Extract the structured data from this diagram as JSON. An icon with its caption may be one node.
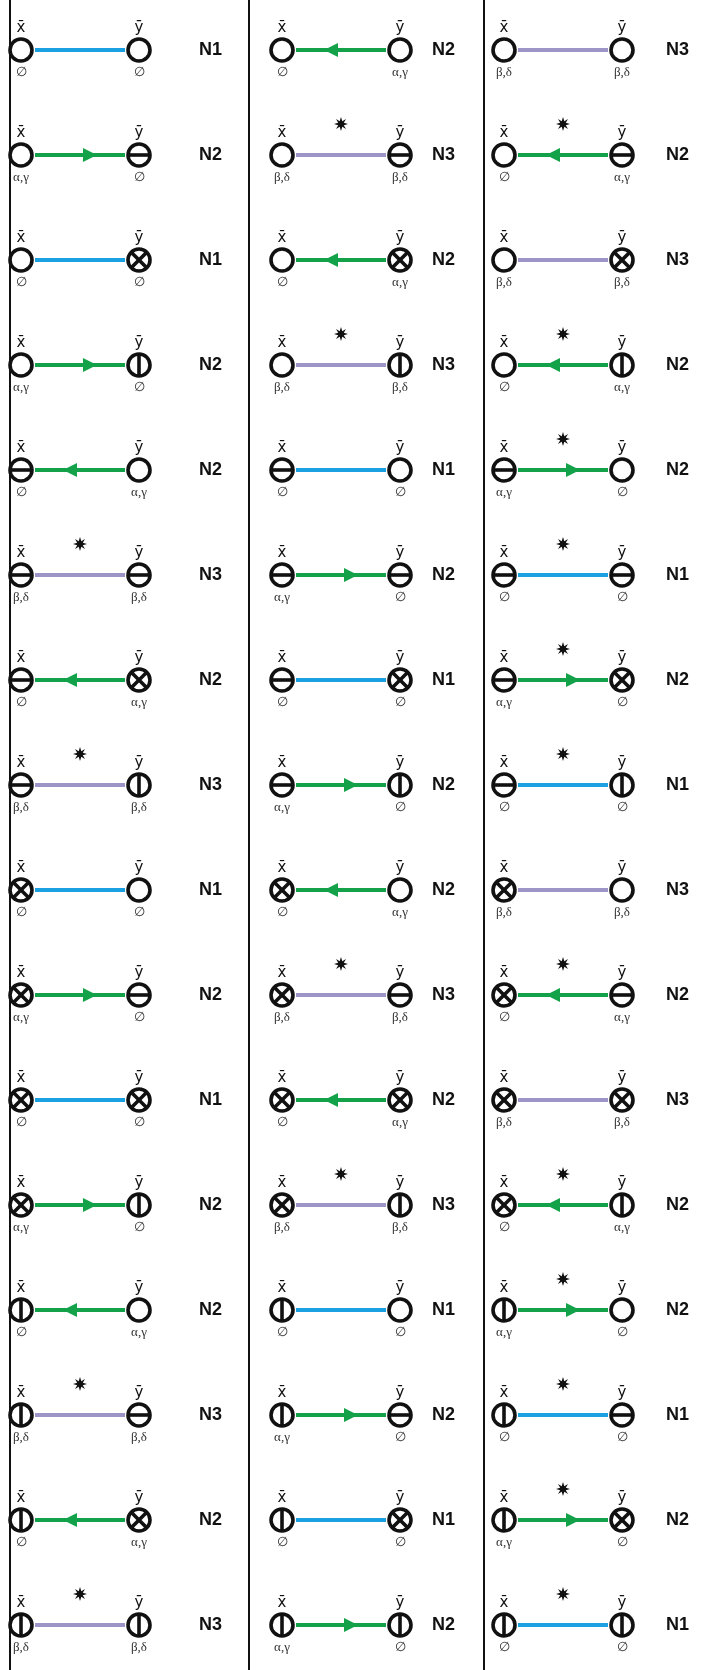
{
  "diagram": {
    "nodes": [
      {
        "text": [
          "x̄"
        ],
        "beside": [
          "∅"
        ]
      },
      {
        "text": [
          "ȳ"
        ],
        "beside": [
          "∅"
        ]
      },
      {
        "text": [
          "x̄"
        ],
        "beside": [
          "α,γ"
        ]
      },
      {
        "text": [
          "ȳ"
        ],
        "beside": [
          "∅"
        ]
      },
      {
        "text": [
          "x̄"
        ],
        "beside": [
          "∅"
        ]
      },
      {
        "text": [
          "ȳ"
        ],
        "beside": [
          "∅"
        ]
      },
      {
        "text": [
          "x̄"
        ],
        "beside": [
          "α,γ"
        ]
      },
      {
        "text": [
          "ȳ"
        ],
        "beside": [
          "∅"
        ]
      },
      {
        "text": [
          "x̄"
        ],
        "beside": [
          "∅"
        ]
      },
      {
        "text": [
          "ȳ"
        ],
        "beside": [
          "α,γ"
        ]
      },
      {
        "text": [
          "x̄"
        ],
        "beside": [
          "β,δ"
        ]
      },
      {
        "text": [
          "ȳ"
        ],
        "beside": [
          "β,δ"
        ]
      },
      {
        "text": [
          "x̄"
        ],
        "beside": [
          "∅"
        ]
      },
      {
        "text": [
          "ȳ"
        ],
        "beside": [
          "α,γ"
        ]
      },
      {
        "text": [
          "x̄"
        ],
        "beside": [
          "β,δ"
        ]
      },
      {
        "text": [
          "ȳ"
        ],
        "beside": [
          "β,δ"
        ]
      },
      {
        "text": [
          "x̄"
        ],
        "beside": [
          "∅"
        ]
      },
      {
        "text": [
          "ȳ"
        ],
        "beside": [
          "∅"
        ]
      },
      {
        "text": [
          "x̄"
        ],
        "beside": [
          "α,γ"
        ]
      },
      {
        "text": [
          "ȳ"
        ],
        "beside": [
          "∅"
        ]
      },
      {
        "text": [
          "x̄"
        ],
        "beside": [
          "∅"
        ]
      },
      {
        "text": [
          "ȳ"
        ],
        "beside": [
          "∅"
        ]
      },
      {
        "text": [
          "x̄"
        ],
        "beside": [
          "α,γ"
        ]
      },
      {
        "text": [
          "ȳ"
        ],
        "beside": [
          "∅"
        ]
      },
      {
        "text": [
          "x̄"
        ],
        "beside": [
          "∅"
        ]
      },
      {
        "text": [
          "ȳ"
        ],
        "beside": [
          "α,γ"
        ]
      },
      {
        "text": [
          "x̄"
        ],
        "beside": [
          "β,δ"
        ]
      },
      {
        "text": [
          "ȳ"
        ],
        "beside": [
          "β,δ"
        ]
      },
      {
        "text": [
          "x̄"
        ],
        "beside": [
          "∅"
        ]
      },
      {
        "text": [
          "ȳ"
        ],
        "beside": [
          "α,γ"
        ]
      },
      {
        "text": [
          "x̄"
        ],
        "beside": [
          "β,δ"
        ]
      },
      {
        "text": [
          "ȳ"
        ],
        "beside": [
          "β,δ"
        ]
      },
      {
        "text": [
          "x̄"
        ],
        "beside": [
          "∅"
        ]
      },
      {
        "text": [
          "ȳ"
        ],
        "beside": [
          "α,γ"
        ]
      },
      {
        "text": [
          "x̄"
        ],
        "beside": [
          "β,δ"
        ]
      },
      {
        "text": [
          "ȳ"
        ],
        "beside": [
          "β,δ"
        ]
      },
      {
        "text": [
          "x̄"
        ],
        "beside": [
          "∅"
        ]
      },
      {
        "text": [
          "ȳ"
        ],
        "beside": [
          "α,γ"
        ]
      },
      {
        "text": [
          "x̄"
        ],
        "beside": [
          "β,δ"
        ]
      },
      {
        "text": [
          "ȳ"
        ],
        "beside": [
          "β,δ"
        ]
      },
      {
        "text": [
          "x̄"
        ],
        "beside": [
          "∅"
        ]
      },
      {
        "text": [
          "ȳ"
        ],
        "beside": [
          "∅"
        ]
      },
      {
        "text": [
          "x̄"
        ],
        "beside": [
          "α,γ"
        ]
      },
      {
        "text": [
          "ȳ"
        ],
        "beside": [
          "∅"
        ]
      },
      {
        "text": [
          "x̄"
        ],
        "beside": [
          "∅"
        ]
      },
      {
        "text": [
          "ȳ"
        ],
        "beside": [
          "∅"
        ]
      },
      {
        "text": [
          "x̄"
        ],
        "beside": [
          "α,γ"
        ]
      },
      {
        "text": [
          "ȳ"
        ],
        "beside": [
          "∅"
        ]
      },
      {
        "text": [
          "x̄"
        ],
        "beside": [
          "∅"
        ]
      },
      {
        "text": [
          "ȳ"
        ],
        "beside": [
          "α,γ"
        ]
      },
      {
        "text": [
          "x̄"
        ],
        "beside": [
          "β,δ"
        ]
      },
      {
        "text": [
          "ȳ"
        ],
        "beside": [
          "β,δ"
        ]
      },
      {
        "text": [
          "x̄"
        ],
        "beside": [
          "∅"
        ]
      },
      {
        "text": [
          "ȳ"
        ],
        "beside": [
          "α,γ"
        ]
      },
      {
        "text": [
          "x̄"
        ],
        "beside": [
          "β,δ"
        ]
      },
      {
        "text": [
          "ȳ"
        ],
        "beside": [
          "β,δ"
        ]
      },
      {
        "text": [
          "x̄"
        ],
        "beside": [
          "∅"
        ]
      },
      {
        "text": [
          "ȳ"
        ],
        "beside": [
          "∅"
        ]
      },
      {
        "text": [
          "x̄"
        ],
        "beside": [
          "α,γ"
        ]
      },
      {
        "text": [
          "ȳ"
        ],
        "beside": [
          "∅"
        ]
      },
      {
        "text": [
          "x̄"
        ],
        "beside": [
          "∅"
        ]
      },
      {
        "text": [
          "ȳ"
        ],
        "beside": [
          "∅"
        ]
      },
      {
        "text": [
          "x̄"
        ],
        "beside": [
          "α,γ"
        ]
      },
      {
        "text": [
          "ȳ"
        ],
        "beside": [
          "∅"
        ]
      },
      {
        "text": [
          "x̄"
        ],
        "beside": [
          "β,δ"
        ]
      },
      {
        "text": [
          "ȳ"
        ],
        "beside": [
          "β,δ"
        ]
      },
      {
        "text": [
          "x̄"
        ],
        "beside": [
          "∅"
        ]
      },
      {
        "text": [
          "ȳ"
        ],
        "beside": [
          "α,γ"
        ]
      },
      {
        "text": [
          "x̄"
        ],
        "beside": [
          "β,δ"
        ]
      },
      {
        "text": [
          "ȳ"
        ],
        "beside": [
          "β,δ"
        ]
      },
      {
        "text": [
          "x̄"
        ],
        "beside": [
          "∅"
        ]
      },
      {
        "text": [
          "ȳ"
        ],
        "beside": [
          "α,γ"
        ]
      },
      {
        "text": [
          "x̄"
        ],
        "beside": [
          "α,γ"
        ]
      },
      {
        "text": [
          "ȳ"
        ],
        "beside": [
          "∅"
        ]
      },
      {
        "text": [
          "x̄"
        ],
        "beside": [
          "∅"
        ]
      },
      {
        "text": [
          "ȳ"
        ],
        "beside": [
          "∅"
        ]
      },
      {
        "text": [
          "x̄"
        ],
        "beside": [
          "α,γ"
        ]
      },
      {
        "text": [
          "ȳ"
        ],
        "beside": [
          "∅"
        ]
      },
      {
        "text": [
          "x̄"
        ],
        "beside": [
          "∅"
        ]
      },
      {
        "text": [
          "ȳ"
        ],
        "beside": [
          "∅"
        ]
      },
      {
        "text": [
          "x̄"
        ],
        "beside": [
          "β,δ"
        ]
      },
      {
        "text": [
          "ȳ"
        ],
        "beside": [
          "β,δ"
        ]
      },
      {
        "text": [
          "x̄"
        ],
        "beside": [
          "∅"
        ]
      },
      {
        "text": [
          "ȳ"
        ],
        "beside": [
          "α,γ"
        ]
      },
      {
        "text": [
          "x̄"
        ],
        "beside": [
          "β,δ"
        ]
      },
      {
        "text": [
          "ȳ"
        ],
        "beside": [
          "β,δ"
        ]
      },
      {
        "text": [
          "x̄"
        ],
        "beside": [
          "∅"
        ]
      },
      {
        "text": [
          "ȳ"
        ],
        "beside": [
          "α,γ"
        ]
      },
      {
        "text": [
          "x̄"
        ],
        "beside": [
          "α,γ"
        ]
      },
      {
        "text": [
          "ȳ"
        ],
        "beside": [
          "∅"
        ]
      },
      {
        "text": [
          "x̄"
        ],
        "beside": [
          "∅"
        ]
      },
      {
        "text": [
          "ȳ"
        ],
        "beside": [
          "∅"
        ]
      },
      {
        "text": [
          "x̄"
        ],
        "beside": [
          "α,γ"
        ]
      },
      {
        "text": [
          "ȳ"
        ],
        "beside": [
          "∅"
        ]
      },
      {
        "text": [
          "x̄"
        ],
        "beside": [
          "∅"
        ]
      },
      {
        "text": [
          "ȳ"
        ],
        "beside": [
          "∅"
        ]
      }
    ],
    "edges": [
      {
        "from": 0,
        "to": 1,
        "arrow": "none",
        "color": "#1ba1e2"
      },
      {
        "from": 2,
        "to": 3,
        "arrow": "to"
      },
      {
        "from": 4,
        "to": 5,
        "arrow": "none",
        "color": "#1ba1e2"
      },
      {
        "from": 6,
        "to": 7,
        "arrow": "to"
      },
      {
        "from": 9,
        "to": 8,
        "arrow": "to"
      },
      {
        "from": 10,
        "to": 11,
        "arrow": "none",
        "color": "#9d94c8"
      },
      {
        "from": 13,
        "to": 12,
        "arrow": "to"
      },
      {
        "from": 14,
        "to": 15,
        "arrow": "none",
        "color": "#9d94c8"
      },
      {
        "from": 16,
        "to": 17,
        "arrow": "none",
        "color": "#1ba1e2"
      },
      {
        "from": 18,
        "to": 19,
        "arrow": "to"
      },
      {
        "from": 20,
        "to": 21,
        "arrow": "none",
        "color": "#1ba1e2"
      },
      {
        "from": 22,
        "to": 23,
        "arrow": "to"
      },
      {
        "from": 25,
        "to": 24,
        "arrow": "to"
      },
      {
        "from": 26,
        "to": 27,
        "arrow": "none",
        "color": "#9d94c8"
      },
      {
        "from": 29,
        "to": 28,
        "arrow": "to"
      },
      {
        "from": 30,
        "to": 31,
        "arrow": "none",
        "color": "#9d94c8"
      },
      {
        "from": 33,
        "to": 32,
        "arrow": "to"
      },
      {
        "from": 34,
        "to": 35,
        "arrow": "none",
        "color": "#9d94c8"
      },
      {
        "from": 37,
        "to": 36,
        "arrow": "to"
      },
      {
        "from": 38,
        "to": 39,
        "arrow": "none",
        "color": "#9d94c8"
      },
      {
        "from": 40,
        "to": 41,
        "arrow": "none",
        "color": "#1ba1e2"
      },
      {
        "from": 42,
        "to": 43,
        "arrow": "to"
      },
      {
        "from": 44,
        "to": 45,
        "arrow": "none",
        "color": "#1ba1e2"
      },
      {
        "from": 46,
        "to": 47,
        "arrow": "to"
      },
      {
        "from": 49,
        "to": 48,
        "arrow": "to"
      },
      {
        "from": 50,
        "to": 51,
        "arrow": "none",
        "color": "#9d94c8"
      },
      {
        "from": 53,
        "to": 52,
        "arrow": "to"
      },
      {
        "from": 54,
        "to": 55,
        "arrow": "none",
        "color": "#9d94c8"
      },
      {
        "from": 56,
        "to": 57,
        "arrow": "none",
        "color": "#1ba1e2"
      },
      {
        "from": 58,
        "to": 59,
        "arrow": "to"
      },
      {
        "from": 60,
        "to": 61,
        "arrow": "none",
        "color": "#1ba1e2"
      },
      {
        "from": 62,
        "to": 63,
        "arrow": "to"
      },
      {
        "from": 64,
        "to": 65,
        "arrow": "none",
        "color": "#9d94c8"
      },
      {
        "from": 67,
        "to": 66,
        "arrow": "to"
      },
      {
        "from": 68,
        "to": 69,
        "arrow": "none",
        "color": "#9d94c8"
      },
      {
        "from": 71,
        "to": 70,
        "arrow": "to"
      },
      {
        "from": 72,
        "to": 73,
        "arrow": "to"
      },
      {
        "from": 74,
        "to": 75,
        "arrow": "none",
        "color": "#1ba1e2"
      },
      {
        "from": 76,
        "to": 77,
        "arrow": "to"
      },
      {
        "from": 78,
        "to": 79,
        "arrow": "none",
        "color": "#1ba1e2"
      },
      {
        "from": 80,
        "to": 81,
        "arrow": "none",
        "color": "#9d94c8"
      },
      {
        "from": 83,
        "to": 82,
        "arrow": "to"
      },
      {
        "from": 84,
        "to": 85,
        "arrow": "none",
        "color": "#9d94c8"
      },
      {
        "from": 87,
        "to": 86,
        "arrow": "to"
      },
      {
        "from": 88,
        "to": 89,
        "arrow": "to"
      },
      {
        "from": 90,
        "to": 91,
        "arrow": "none",
        "color": "#1ba1e2"
      },
      {
        "from": 92,
        "to": 93,
        "arrow": "to"
      },
      {
        "from": 94,
        "to": 95,
        "arrow": "none",
        "color": "#1ba1e2"
      }
    ],
    "labels": [
      "N1",
      "N2",
      "N1",
      "N2",
      "N2",
      "N3",
      "N2",
      "N3",
      "N1",
      "N2",
      "N1",
      "N2",
      "N2",
      "N3",
      "N2",
      "N3",
      "N2",
      "N3",
      "N2",
      "N3",
      "N1",
      "N2",
      "N1",
      "N2",
      "N2",
      "N3",
      "N2",
      "N3",
      "N1",
      "N2",
      "N1",
      "N2",
      "N3",
      "N2",
      "N3",
      "N2",
      "N2",
      "N1",
      "N2",
      "N1",
      "N3",
      "N2",
      "N3",
      "N2",
      "N2",
      "N1",
      "N2",
      "N1"
    ]
  }
}
